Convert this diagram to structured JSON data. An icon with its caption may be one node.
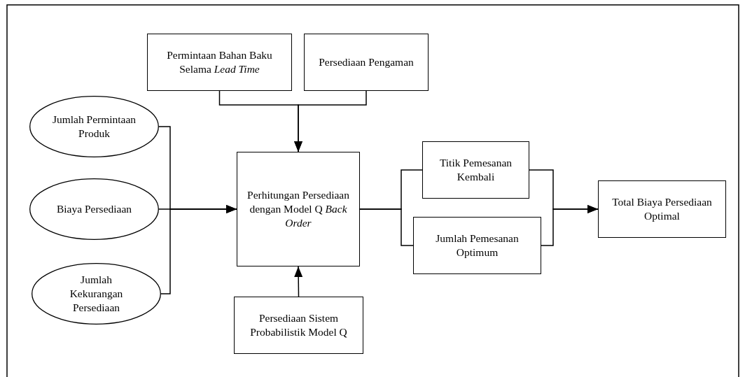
{
  "diagram": {
    "nodes": [
      {
        "text": [
          "Permintaan Bahan Baku Selama *Lead Time*"
        ]
      },
      {
        "text": [
          "Persediaan Pengaman"
        ]
      },
      {
        "text": [
          "Jumlah Permintaan Produk"
        ]
      },
      {
        "text": [
          "Biaya Persediaan"
        ]
      },
      {
        "text": [
          "Jumlah Kekurangan Persediaan"
        ]
      },
      {
        "text": [
          "Perhitungan Persediaan dengan Model Q *Back Order*"
        ]
      },
      {
        "text": [
          "Persediaan Sistem Probabilistik Model Q"
        ]
      },
      {
        "text": [
          "Titik Pemesanan Kembali"
        ]
      },
      {
        "text": [
          "Jumlah Pemesanan Optimum"
        ]
      },
      {
        "text": [
          "Total Biaya Persediaan Optimal"
        ]
      }
    ],
    "edges": [
      {
        "from": 0,
        "to": 5,
        "arrow": "to"
      },
      {
        "from": 1,
        "to": 5,
        "arrow": "to"
      },
      {
        "from": 2,
        "to": 5,
        "arrow": "to"
      },
      {
        "from": 3,
        "to": 5,
        "arrow": "to"
      },
      {
        "from": 4,
        "to": 5,
        "arrow": "to"
      },
      {
        "from": 6,
        "to": 5,
        "arrow": "to"
      },
      {
        "from": 5,
        "to": 7,
        "arrow": "none"
      },
      {
        "from": 5,
        "to": 8,
        "arrow": "none"
      },
      {
        "from": 7,
        "to": 9,
        "arrow": "to"
      },
      {
        "from": 8,
        "to": 9,
        "arrow": "to"
      }
    ]
  }
}
